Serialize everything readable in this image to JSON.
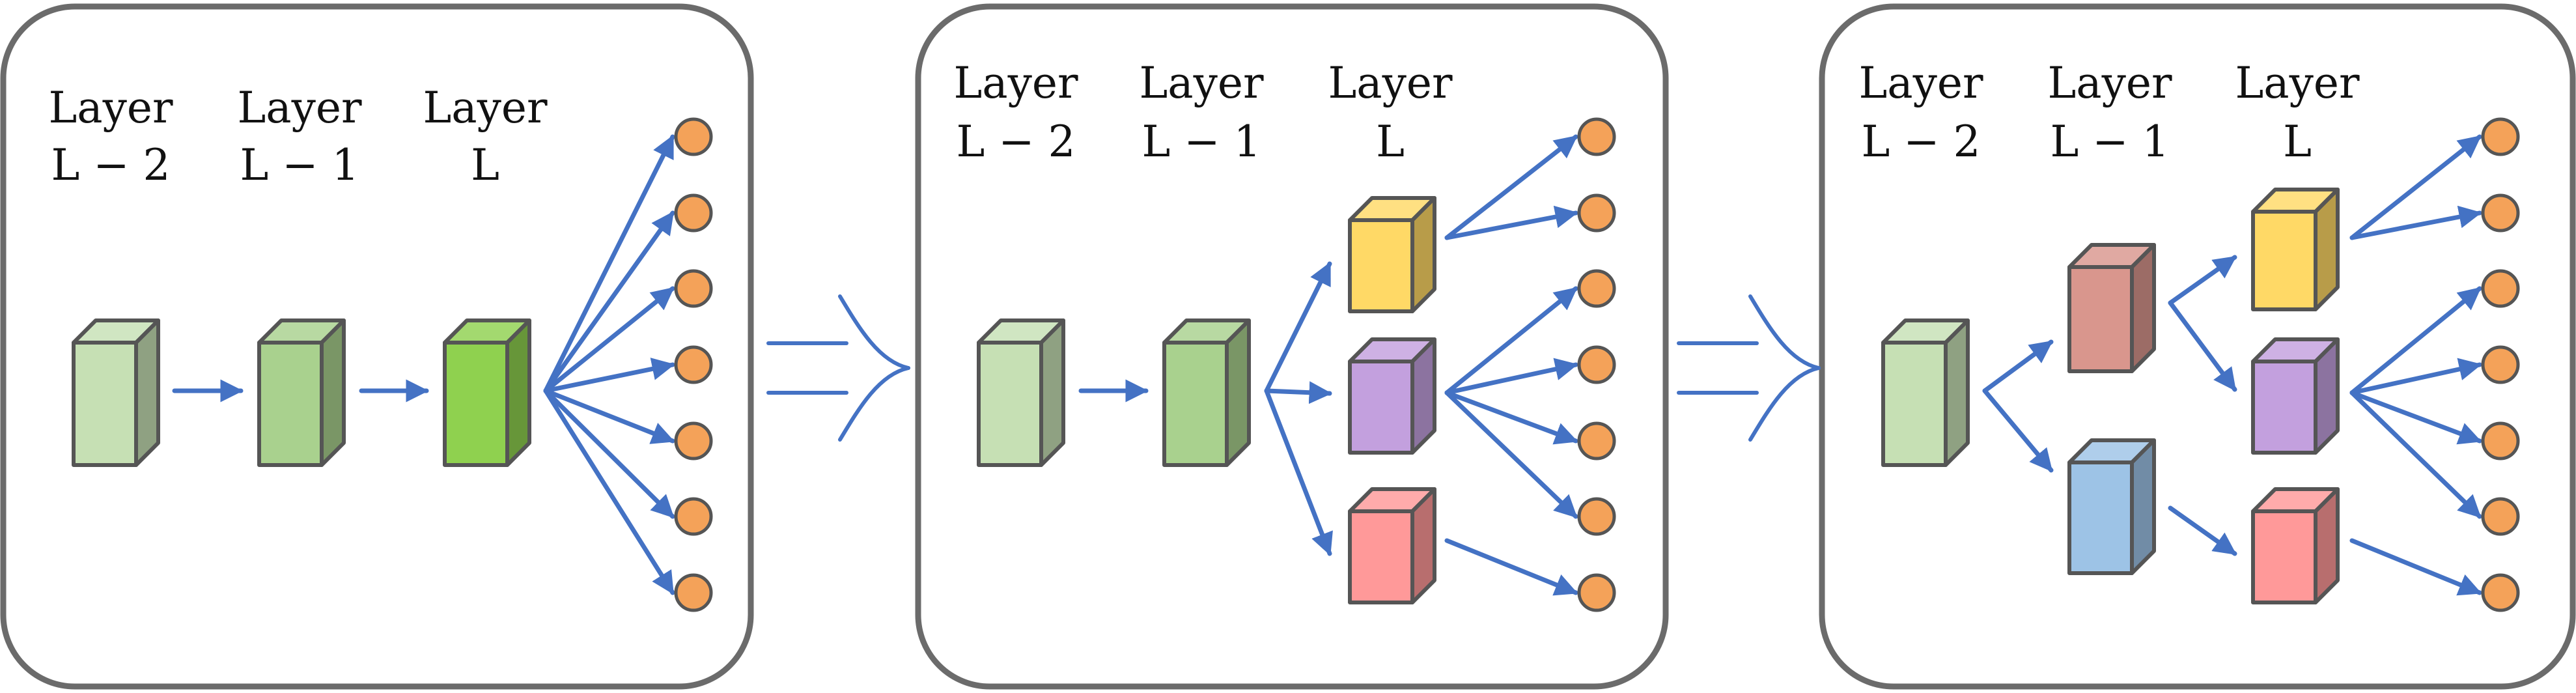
{
  "colors": {
    "panel_border": "#6b6b6b",
    "arrow": "#4472c4",
    "node": "#f4a259",
    "node_stroke": "#555555",
    "cube_light_green": "#c6e0b4",
    "cube_mid_green": "#a9d18e",
    "cube_bright_green": "#8fd14f",
    "cube_yellow": "#ffd966",
    "cube_purple": "#c3a0de",
    "cube_red": "#ff9999",
    "cube_brown": "#d9968d",
    "cube_blue": "#9dc3e6",
    "highlight_yellow": "#ffe699",
    "highlight_purple": "#e3d7ef",
    "highlight_pink": "#f8c9c9"
  },
  "panels": [
    {
      "labels": [
        {
          "line1": "Layer",
          "line2": "L − 2"
        },
        {
          "line1": "Layer",
          "line2": "L − 1"
        },
        {
          "line1": "Layer",
          "line2": "L"
        }
      ]
    },
    {
      "labels": [
        {
          "line1": "Layer",
          "line2": "L − 2"
        },
        {
          "line1": "Layer",
          "line2": "L − 1"
        },
        {
          "line1": "Layer",
          "line2": "L"
        }
      ]
    },
    {
      "labels": [
        {
          "line1": "Layer",
          "line2": "L − 2"
        },
        {
          "line1": "Layer",
          "line2": "L − 1"
        },
        {
          "line1": "Layer",
          "line2": "L"
        }
      ]
    }
  ],
  "transition_icon": "implies-arrow-icon",
  "output_node_icon": "circle-node-icon",
  "layer_block_icon": "cube-icon"
}
